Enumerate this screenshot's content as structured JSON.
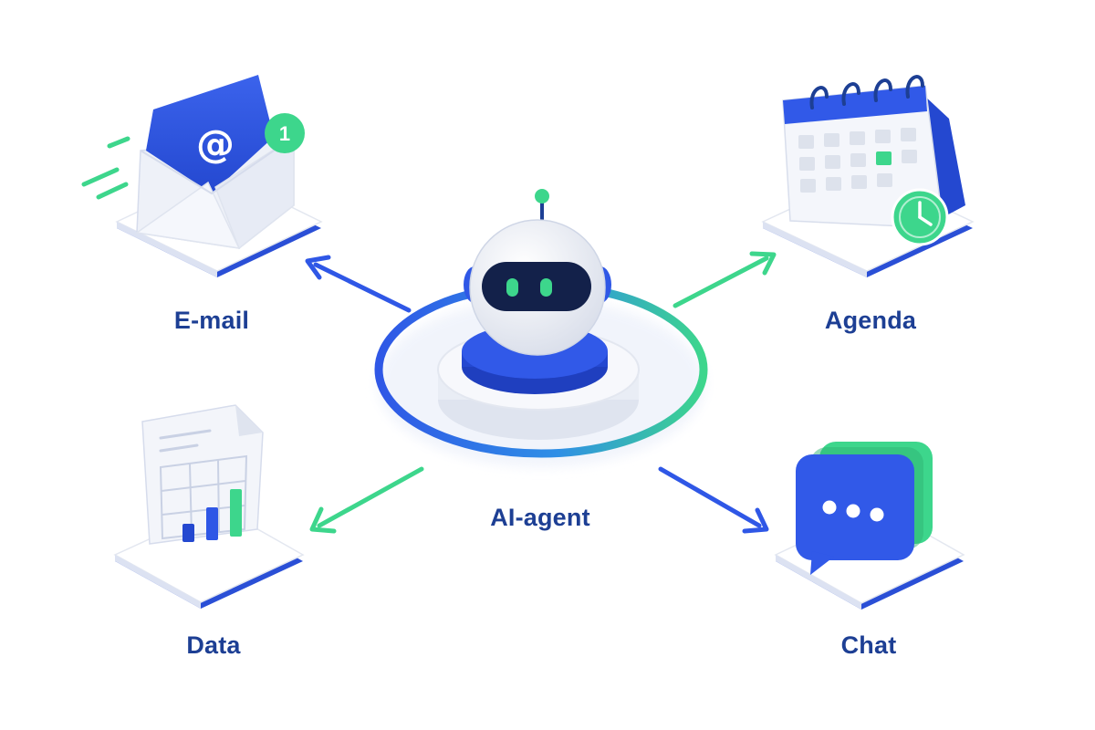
{
  "center": {
    "label": "AI-agent"
  },
  "nodes": {
    "email": {
      "label": "E-mail",
      "badge": "1",
      "symbol": "@"
    },
    "agenda": {
      "label": "Agenda"
    },
    "data": {
      "label": "Data"
    },
    "chat": {
      "label": "Chat"
    }
  },
  "colors": {
    "blue": "#2f57e6",
    "navy": "#1d3f94",
    "green": "#3dd68c",
    "platform_edge": "#2a4fd6",
    "platform_top": "#ffffff"
  }
}
